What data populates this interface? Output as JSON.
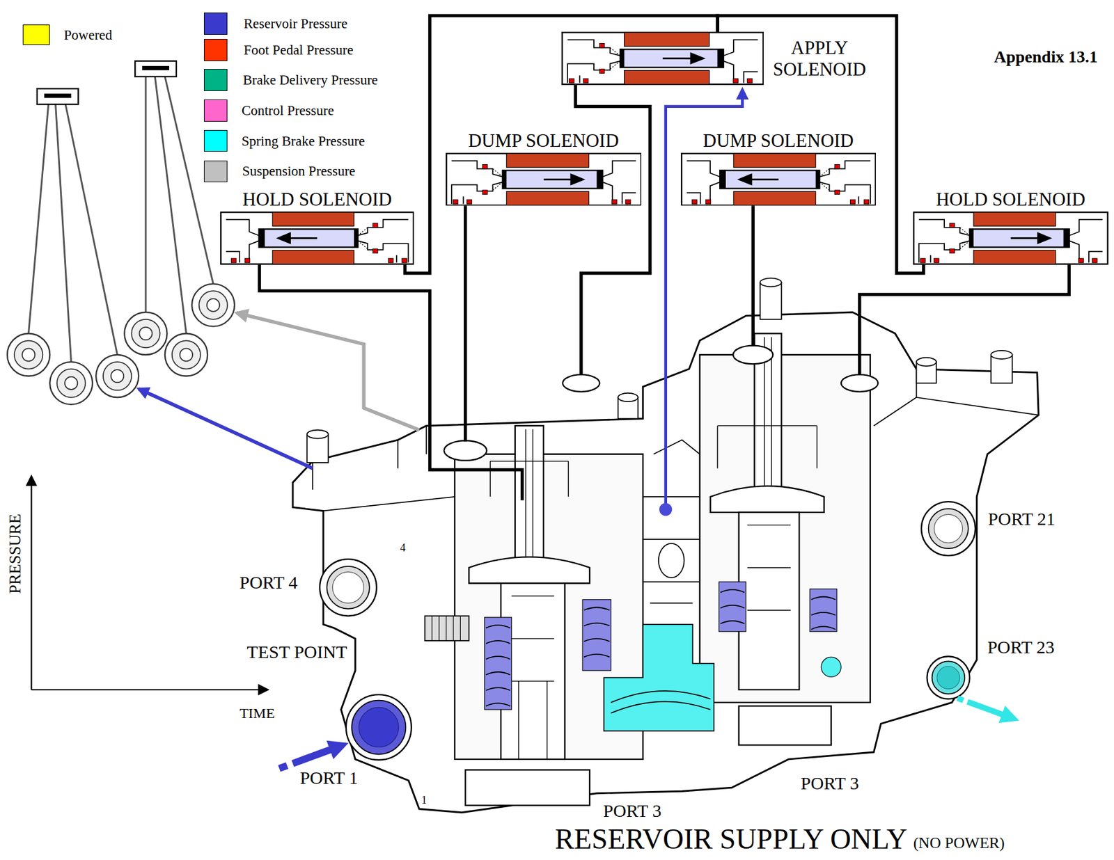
{
  "diagram": {
    "title": "RESERVOIR SUPPLY ONLY",
    "nodes": [
      {
        "text": [
          "APPLY SOLENOID"
        ]
      },
      {
        "text": [
          "DUMP SOLENOID"
        ]
      },
      {
        "text": [
          "DUMP SOLENOID"
        ]
      },
      {
        "text": [
          "HOLD SOLENOID"
        ]
      },
      {
        "text": [
          "HOLD SOLENOID"
        ]
      }
    ],
    "edges": [
      {
        "from": 0,
        "to": 3,
        "arrow": "none"
      },
      {
        "from": 0,
        "to": 4,
        "arrow": "none"
      }
    ],
    "labels": [
      "Appendix 13.1",
      "PRESSURE",
      "TIME",
      "PORT 4",
      "TEST POINT",
      "PORT 1",
      "PORT 3",
      "PORT 3",
      "PORT 21",
      "PORT 23",
      "(NO POWER)",
      "4",
      "1"
    ],
    "legend": [
      {
        "text": "Powered",
        "color": "#ffff00"
      },
      {
        "text": "Reservoir Pressure",
        "color": "#3a3acc"
      },
      {
        "text": "Foot Pedal Pressure",
        "color": "#ff3300"
      },
      {
        "text": "Brake Delivery Pressure",
        "color": "#00b386"
      },
      {
        "text": "Control Pressure",
        "color": "#ff66cc"
      },
      {
        "text": "Spring Brake Pressure",
        "color": "#00ffff"
      },
      {
        "text": "Suspension Pressure",
        "color": "#c0c0c0"
      }
    ]
  }
}
